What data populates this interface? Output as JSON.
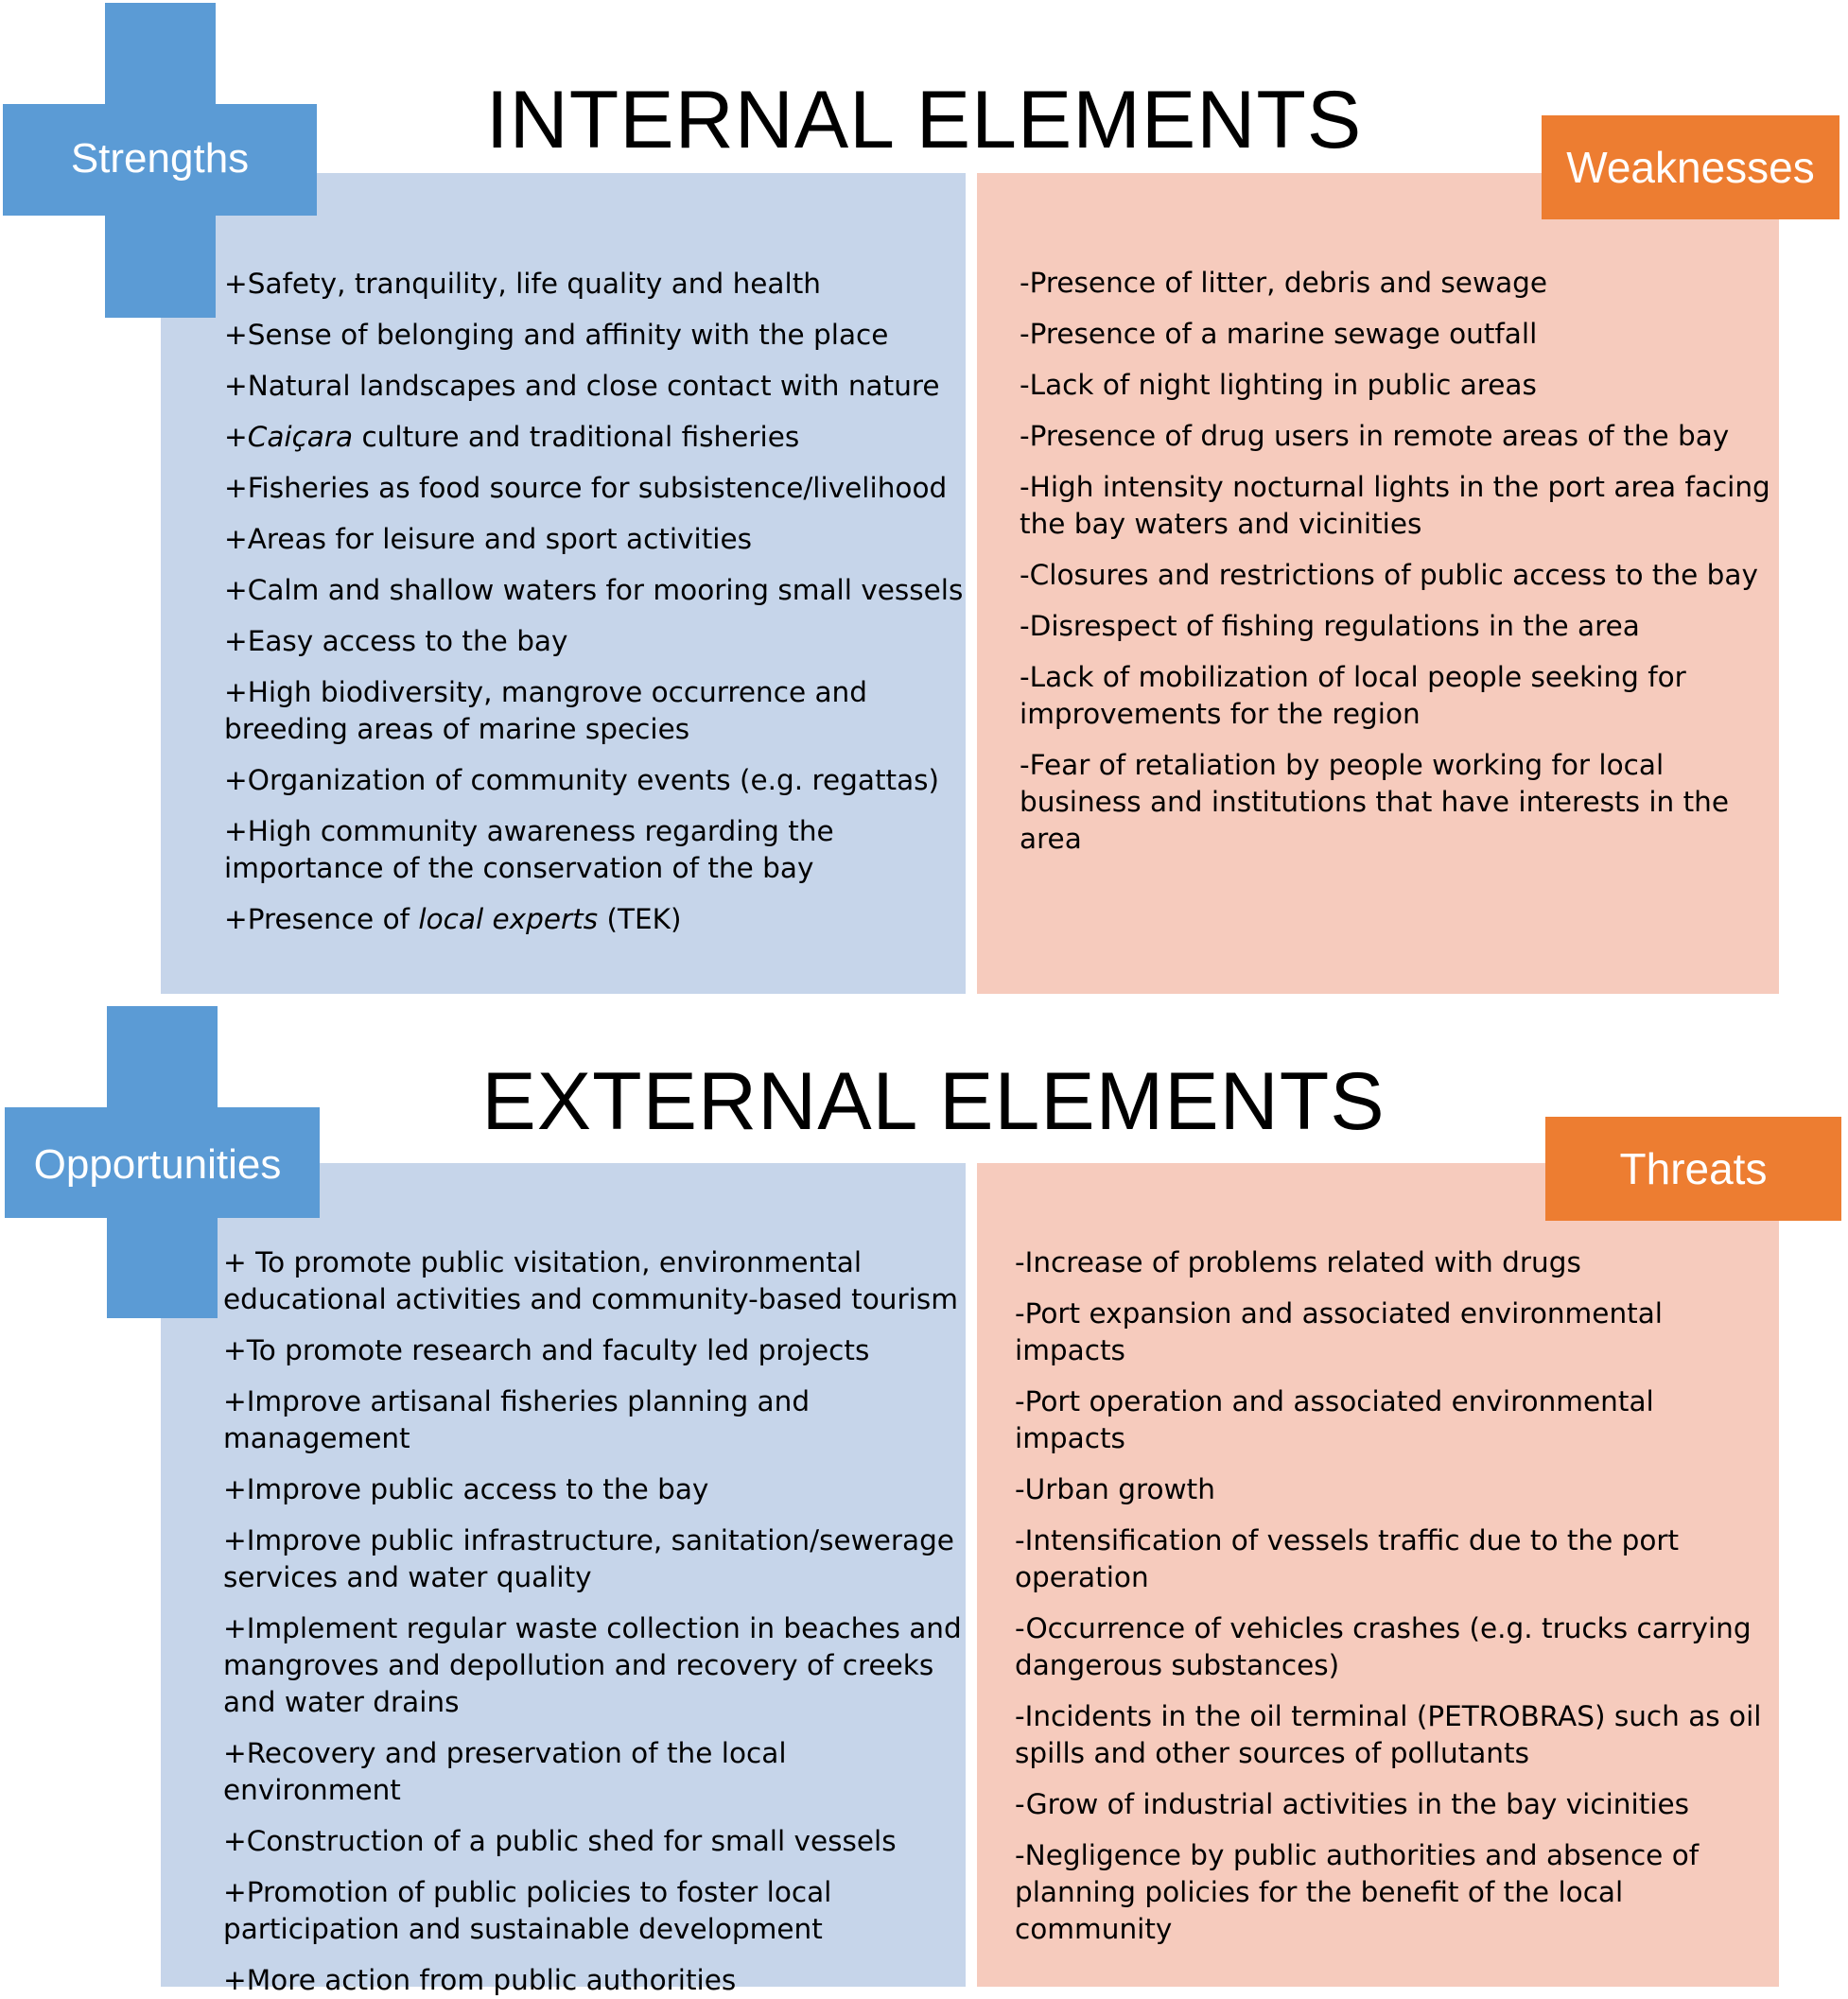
{
  "internal": {
    "heading": "INTERNAL ELEMENTS",
    "strengths": {
      "label": "Strengths",
      "items": [
        [
          {
            "t": "+Safety, tranquility, life quality and health"
          }
        ],
        [
          {
            "t": "+Sense of belonging and affinity with the place"
          }
        ],
        [
          {
            "t": "+Natural landscapes and close contact with nature"
          }
        ],
        [
          {
            "t": "+"
          },
          {
            "t": "Caiçara",
            "i": true
          },
          {
            "t": " culture and traditional fisheries"
          }
        ],
        [
          {
            "t": "+Fisheries as food source for subsistence/livelihood"
          }
        ],
        [
          {
            "t": "+Areas for leisure and sport activities"
          }
        ],
        [
          {
            "t": "+Calm and shallow waters for mooring small vessels"
          }
        ],
        [
          {
            "t": "+Easy access to the bay"
          }
        ],
        [
          {
            "t": "+High biodiversity, mangrove occurrence and breeding areas of marine species"
          }
        ],
        [
          {
            "t": "+Organization of community events (e.g. regattas)"
          }
        ],
        [
          {
            "t": "+High community awareness regarding the importance of the conservation of the bay"
          }
        ],
        [
          {
            "t": "+Presence of "
          },
          {
            "t": "local experts",
            "i": true
          },
          {
            "t": " (TEK)"
          }
        ]
      ]
    },
    "weaknesses": {
      "label": "Weaknesses",
      "items": [
        [
          {
            "t": "-Presence of litter, debris and sewage"
          }
        ],
        [
          {
            "t": "-Presence of a marine sewage outfall"
          }
        ],
        [
          {
            "t": "-Lack of night lighting in public areas"
          }
        ],
        [
          {
            "t": "-Presence of drug users in remote areas of the bay"
          }
        ],
        [
          {
            "t": "-High intensity nocturnal lights in the port area facing the bay waters and vicinities"
          }
        ],
        [
          {
            "t": "-Closures and restrictions of public access to the bay"
          }
        ],
        [
          {
            "t": "-Disrespect of fishing regulations in the area"
          }
        ],
        [
          {
            "t": "-Lack of mobilization of local people seeking for improvements for the region"
          }
        ],
        [
          {
            "t": "-Fear of retaliation by people working for local business and institutions that have interests in the area"
          }
        ]
      ]
    }
  },
  "external": {
    "heading": "EXTERNAL ELEMENTS",
    "opportunities": {
      "label": "Opportunities",
      "items": [
        [
          {
            "t": "+ To promote public visitation, environmental educational activities and community-based tourism"
          }
        ],
        [
          {
            "t": "+To promote research and faculty led projects"
          }
        ],
        [
          {
            "t": "+Improve artisanal fisheries planning and management"
          }
        ],
        [
          {
            "t": "+Improve public access to the bay"
          }
        ],
        [
          {
            "t": "+Improve public infrastructure, sanitation/sewerage services and water quality"
          }
        ],
        [
          {
            "t": "+Implement regular waste collection in beaches and mangroves and depollution and recovery of creeks and water drains"
          }
        ],
        [
          {
            "t": "+Recovery and preservation of the local environment"
          }
        ],
        [
          {
            "t": "+Construction of a public shed for small vessels"
          }
        ],
        [
          {
            "t": "+Promotion of public policies to foster local participation and sustainable development"
          }
        ],
        [
          {
            "t": "+More action from public authorities"
          }
        ]
      ]
    },
    "threats": {
      "label": "Threats",
      "items": [
        [
          {
            "t": "-Increase of problems related with drugs"
          }
        ],
        [
          {
            "t": "-Port expansion and associated environmental impacts"
          }
        ],
        [
          {
            "t": "-Port operation and associated environmental impacts"
          }
        ],
        [
          {
            "t": "-Urban growth"
          }
        ],
        [
          {
            "t": "-Intensification of vessels traffic due to the port operation"
          }
        ],
        [
          {
            "t": "-Occurrence of vehicles crashes (e.g. trucks carrying dangerous substances)"
          }
        ],
        [
          {
            "t": "-Incidents in the oil terminal (PETROBRAS) such as oil spills and other sources of pollutants"
          }
        ],
        [
          {
            "t": "-Grow of industrial activities in the bay vicinities"
          }
        ],
        [
          {
            "t": "-Negligence by public authorities and absence of planning policies for the benefit of the local community"
          }
        ]
      ]
    }
  },
  "colors": {
    "plus_blue": "#5b9bd5",
    "panel_blue": "#c6d5ea",
    "orange": "#ed7d31",
    "panel_pink": "#f6cbbd"
  }
}
